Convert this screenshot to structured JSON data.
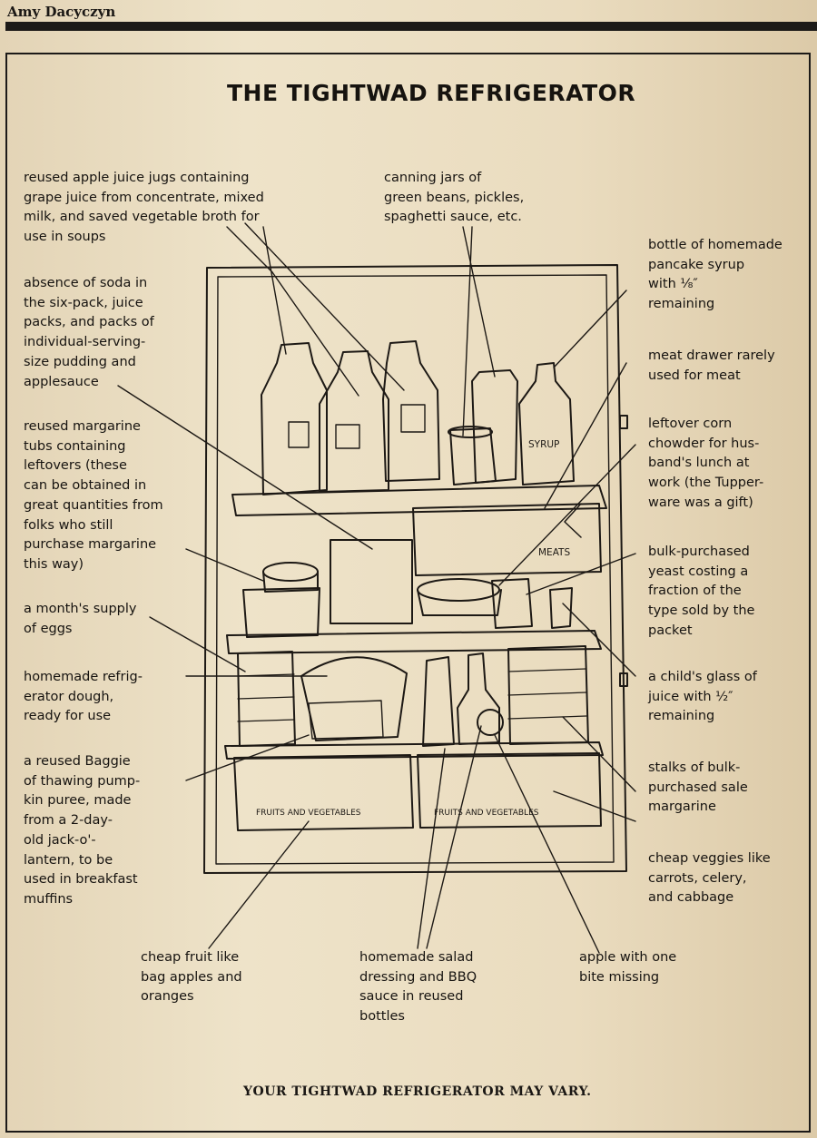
{
  "header": {
    "author": "Amy Dacyczyn"
  },
  "article": {
    "title": "THE TIGHTWAD REFRIGERATOR",
    "footer": "YOUR TIGHTWAD REFRIGERATOR MAY VARY."
  },
  "drawing_labels": {
    "meats_drawer": "MEATS",
    "syrup_bottle": "SYRUP",
    "fruits_drawer": "FRUITS AND VEGETABLES",
    "veg_drawer": "FRUITS AND VEGETABLES"
  },
  "callouts": {
    "juice_jugs": "reused apple juice jugs containing\ngrape juice from concentrate, mixed\nmilk, and saved vegetable broth for\nuse in soups",
    "canning_jars": "canning jars of\ngreen beans, pickles,\nspaghetti sauce, etc.",
    "pancake_syrup": "bottle of homemade\npancake syrup\nwith ⅛″\nremaining",
    "soda_absence": "absence of soda in\nthe six-pack, juice\npacks, and packs of\nindividual-serving-\nsize pudding and\napplesauce",
    "meat_drawer": "meat drawer rarely\nused for meat",
    "margarine_tubs": "reused margarine\ntubs containing\nleftovers (these\ncan be obtained in\ngreat quantities from\nfolks who still\npurchase margarine\nthis way)",
    "corn_chowder": "leftover corn\nchowder for hus-\nband's lunch at\nwork (the Tupper-\nware was a gift)",
    "yeast": "bulk-purchased\nyeast costing a\nfraction of the\ntype sold by the\npacket",
    "eggs": "a month's supply\nof eggs",
    "dough": "homemade refrig-\nerator dough,\nready for use",
    "childs_juice": "a child's glass of\njuice with ½″\nremaining",
    "pumpkin": "a reused Baggie\nof thawing pump-\nkin puree, made\nfrom a 2-day-\nold jack-o'-\nlantern, to be\nused in breakfast\nmuffins",
    "margarine_stalks": "stalks of bulk-\npurchased sale\nmargarine",
    "cheap_veggies": "cheap veggies like\ncarrots, celery,\nand cabbage",
    "cheap_fruit": "cheap fruit like\nbag apples and\noranges",
    "salad_dressing": "homemade salad\ndressing and BBQ\nsauce in reused\nbottles",
    "apple": "apple with one\nbite missing"
  }
}
